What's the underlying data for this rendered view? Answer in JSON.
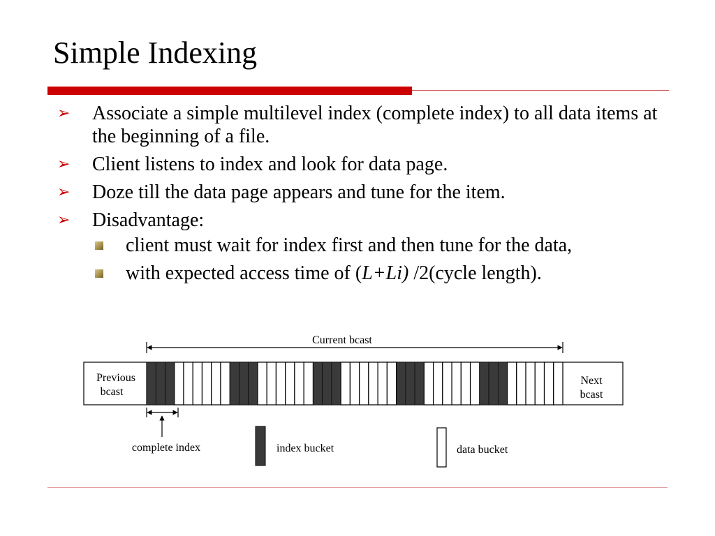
{
  "slide": {
    "title": "Simple Indexing",
    "bullets": [
      {
        "text": "Associate a simple multilevel index (complete index) to all data items at the beginning of a file."
      },
      {
        "text": "Client listens to index and look for data page."
      },
      {
        "text": "Doze till the data page appears and tune for the item."
      },
      {
        "text": "Disadvantage:"
      }
    ],
    "subbullets": [
      {
        "text": "client must wait for index first and then tune for the data,"
      },
      {
        "text_before": "with expected access time of (",
        "math": "L+Li)",
        "text_after": " /2(cycle length)."
      }
    ]
  },
  "figure": {
    "label_current": "Current bcast",
    "label_previous_line1": "Previous",
    "label_previous_line2": "bcast",
    "label_next_line1": "Next",
    "label_next_line2": "bcast",
    "legend_complete_index": "complete index",
    "legend_index_bucket": "index bucket",
    "legend_data_bucket": "data bucket",
    "groups": 5,
    "index_buckets_per_group": 3,
    "data_buckets_per_group": 6,
    "colors": {
      "index": "#3a3a3a",
      "data": "#ffffff",
      "bullet": "#cc0000",
      "accent": "#cc0000"
    }
  }
}
